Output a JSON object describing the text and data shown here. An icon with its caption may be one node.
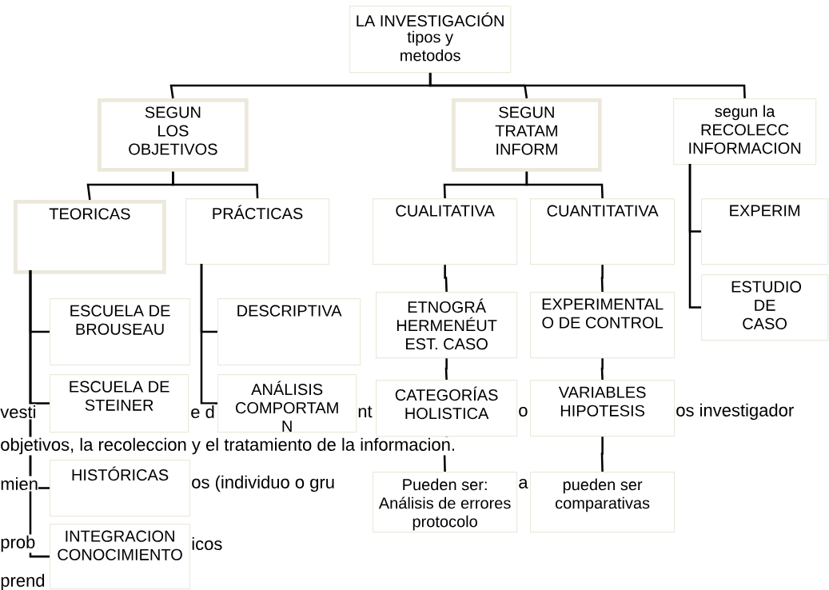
{
  "diagram": {
    "nodes": [
      {
        "text": [
          "LA INVESTIGACIÓN",
          "tipos y metodos"
        ]
      },
      {
        "text": [
          "SEGUN LOS OBJETIVOS"
        ]
      },
      {
        "text": [
          "SEGUN TRATAM INFORM"
        ]
      },
      {
        "text": [
          "segun la RECOLECC INFORMACION"
        ]
      },
      {
        "text": [
          "TEORICAS"
        ]
      },
      {
        "text": [
          "PRÁCTICAS"
        ]
      },
      {
        "text": [
          "CUALITATIVA"
        ]
      },
      {
        "text": [
          "CUANTITATIVA"
        ]
      },
      {
        "text": [
          "EXPERIM"
        ]
      },
      {
        "text": [
          "ESTUDIO DE CASO"
        ]
      },
      {
        "text": [
          "ESCUELA DE BROUSEAU"
        ]
      },
      {
        "text": [
          "ESCUELA DE STEINER"
        ]
      },
      {
        "text": [
          "HISTÓRICAS"
        ]
      },
      {
        "text": [
          "INTEGRACION CONOCIMIENTO"
        ]
      },
      {
        "text": [
          "DESCRIPTIVA"
        ]
      },
      {
        "text": [
          "ANÁLISIS COMPORTAM N"
        ]
      },
      {
        "text": [
          "ETNOGRÁ HERMENÉUT EST. CASO"
        ]
      },
      {
        "text": [
          "EXPERIMENTAL O DE CONTROL"
        ]
      },
      {
        "text": [
          "CATEGORÍAS HOLISTICA"
        ]
      },
      {
        "text": [
          "VARIABLES HIPOTESIS"
        ]
      },
      {
        "text": [
          "Pueden ser: Análisis de errores protocolo"
        ]
      },
      {
        "text": [
          "pueden ser comparativas"
        ]
      }
    ],
    "edges": [
      {
        "from": 0,
        "to": 1,
        "arrow": "none"
      },
      {
        "from": 0,
        "to": 2,
        "arrow": "none"
      },
      {
        "from": 0,
        "to": 3,
        "arrow": "none"
      },
      {
        "from": 1,
        "to": 4,
        "arrow": "none"
      },
      {
        "from": 1,
        "to": 5,
        "arrow": "none"
      },
      {
        "from": 2,
        "to": 6,
        "arrow": "none"
      },
      {
        "from": 2,
        "to": 7,
        "arrow": "none"
      },
      {
        "from": 3,
        "to": 8,
        "arrow": "none"
      },
      {
        "from": 3,
        "to": 9,
        "arrow": "none"
      },
      {
        "from": 4,
        "to": 10,
        "arrow": "none"
      },
      {
        "from": 4,
        "to": 11,
        "arrow": "none"
      },
      {
        "from": 4,
        "to": 12,
        "arrow": "none"
      },
      {
        "from": 4,
        "to": 13,
        "arrow": "none"
      },
      {
        "from": 5,
        "to": 14,
        "arrow": "none"
      },
      {
        "from": 5,
        "to": 15,
        "arrow": "none"
      },
      {
        "from": 6,
        "to": 16,
        "arrow": "none"
      },
      {
        "from": 16,
        "to": 18,
        "arrow": "none"
      },
      {
        "from": 18,
        "to": 20,
        "arrow": "none"
      },
      {
        "from": 7,
        "to": 17,
        "arrow": "none"
      },
      {
        "from": 17,
        "to": 19,
        "arrow": "none"
      },
      {
        "from": 19,
        "to": 21,
        "arrow": "none"
      }
    ],
    "labels": [
      "vesti",
      "e d",
      "nt",
      "o",
      "os investigador",
      "objetivos, la recoleccion y el tratamiento de la informacion.",
      "mien",
      "os (individuo o gru",
      "a",
      "prob",
      "icos",
      "prend"
    ]
  }
}
